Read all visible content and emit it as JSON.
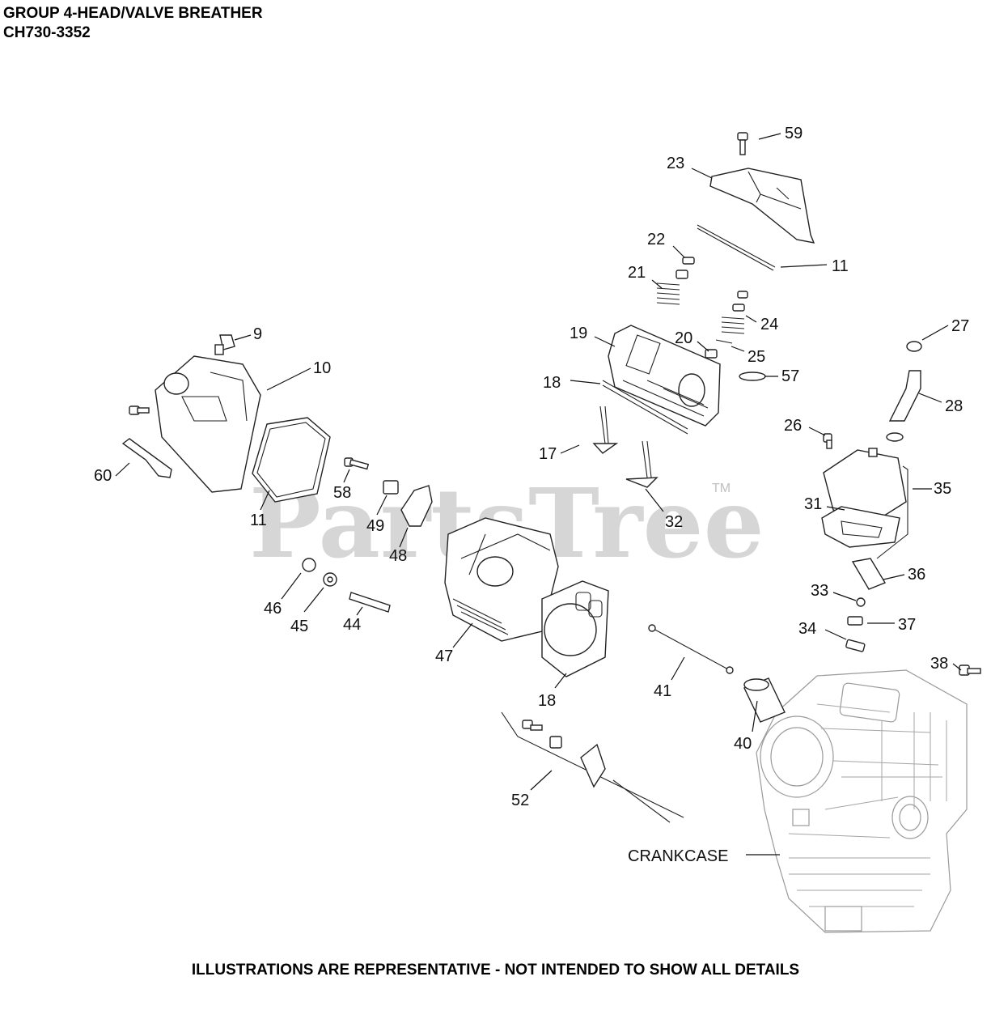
{
  "header": {
    "title": "GROUP 4-HEAD/VALVE BREATHER",
    "model": "CH730-3352"
  },
  "watermark": {
    "text": "PartsTree",
    "tm": "TM"
  },
  "footer": {
    "note": "ILLUSTRATIONS ARE REPRESENTATIVE - NOT INTENDED TO SHOW ALL DETAILS"
  },
  "callouts": {
    "c59": "59",
    "c23": "23",
    "c22": "22",
    "c11a": "11",
    "c21": "21",
    "c24": "24",
    "c19": "19",
    "c20": "20",
    "c25": "25",
    "c57": "57",
    "c18a": "18",
    "c17": "17",
    "c32": "32",
    "c9": "9",
    "c10": "10",
    "c60": "60",
    "c11b": "11",
    "c58": "58",
    "c49": "49",
    "c48": "48",
    "c46": "46",
    "c45": "45",
    "c44": "44",
    "c47": "47",
    "c18b": "18",
    "c41": "41",
    "c40": "40",
    "c52": "52",
    "c27": "27",
    "c28": "28",
    "c26": "26",
    "c35": "35",
    "c31": "31",
    "c36": "36",
    "c33": "33",
    "c37": "37",
    "c34": "34",
    "c38": "38",
    "crankcase": "CRANKCASE"
  }
}
